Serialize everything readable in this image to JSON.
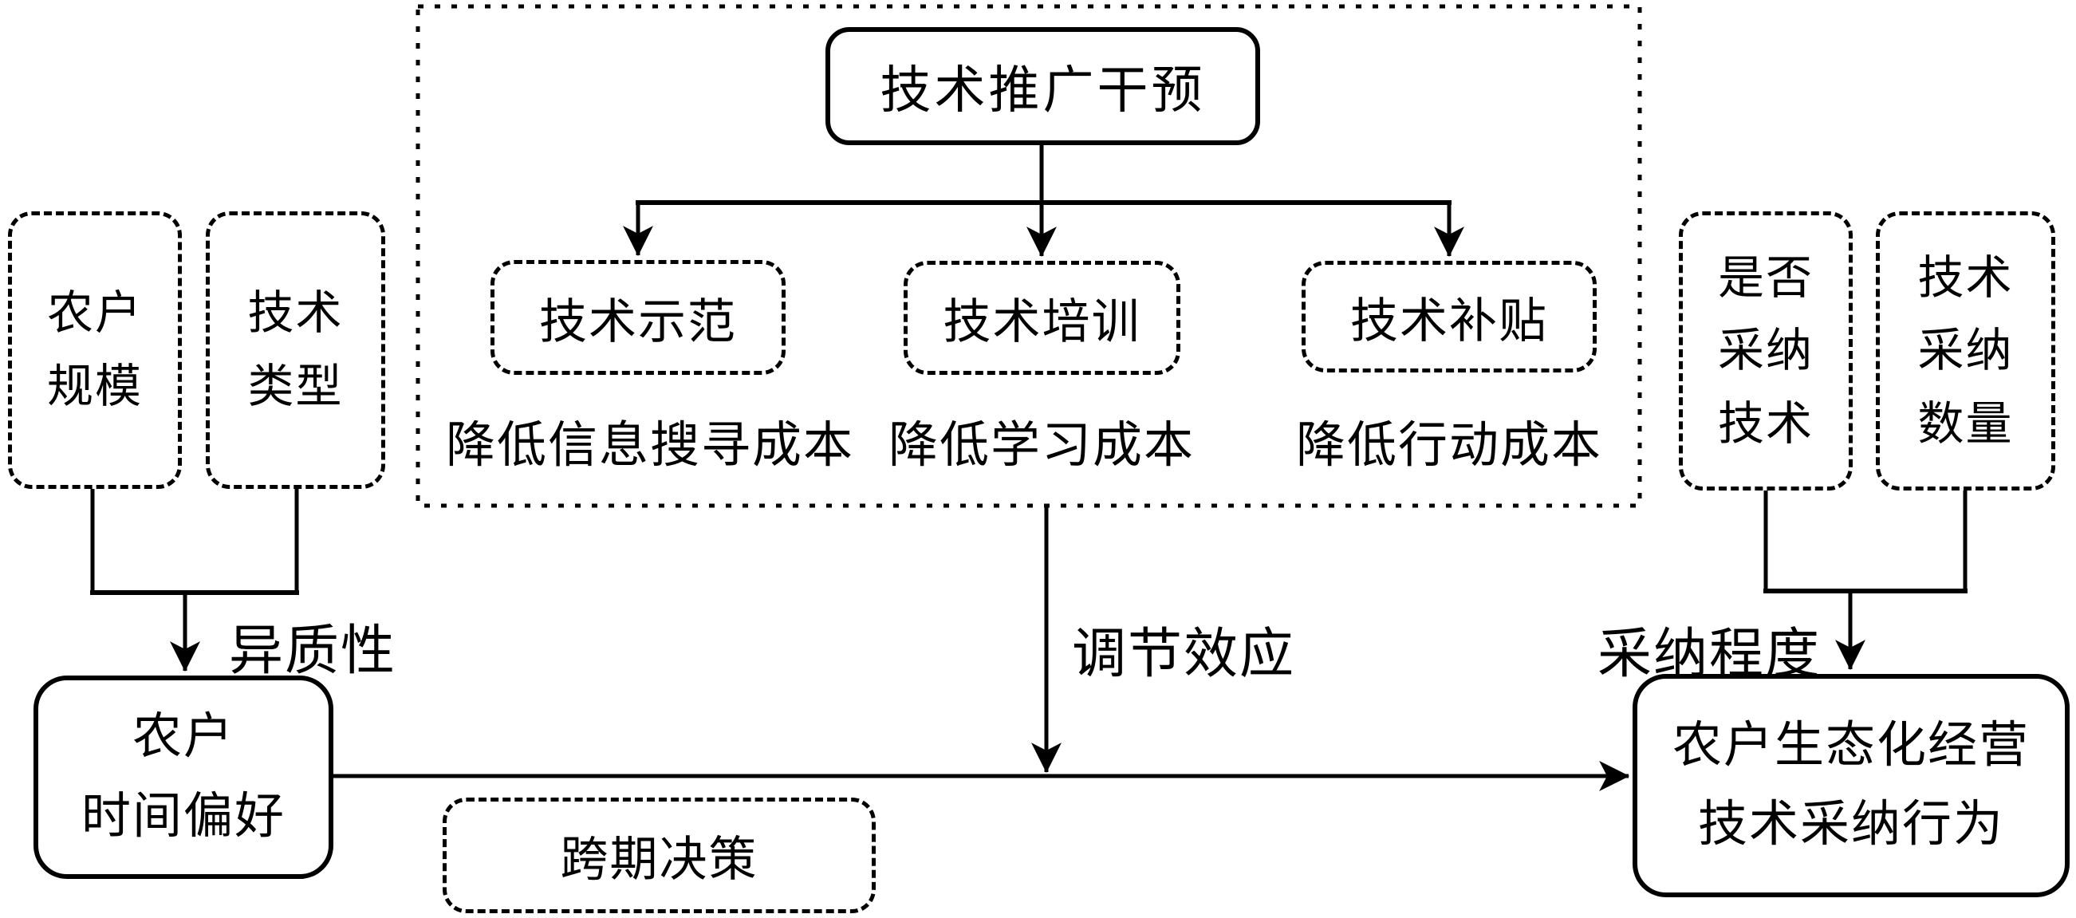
{
  "diagram": {
    "top_box": "技术推广干预",
    "interventions": [
      {
        "label": "技术示范",
        "effect": "降低信息搜寻成本"
      },
      {
        "label": "技术培训",
        "effect": "降低学习成本"
      },
      {
        "label": "技术补贴",
        "effect": "降低行动成本"
      }
    ],
    "left_factors": [
      {
        "label": "农户\n规模"
      },
      {
        "label": "技术\n类型"
      }
    ],
    "right_outcomes": [
      {
        "label": "是否\n采纳\n技术"
      },
      {
        "label": "技术\n采纳\n数量"
      }
    ],
    "time_preference_box": "农户\n时间偏好",
    "adoption_behavior_box": "农户生态化经营\n技术采纳行为",
    "intertemporal_box": "跨期决策",
    "edge_labels": {
      "heterogeneity": "异质性",
      "moderation": "调节效应",
      "adoption_degree": "采纳程度"
    },
    "colors": {
      "stroke": "#000000",
      "background": "#ffffff"
    }
  }
}
